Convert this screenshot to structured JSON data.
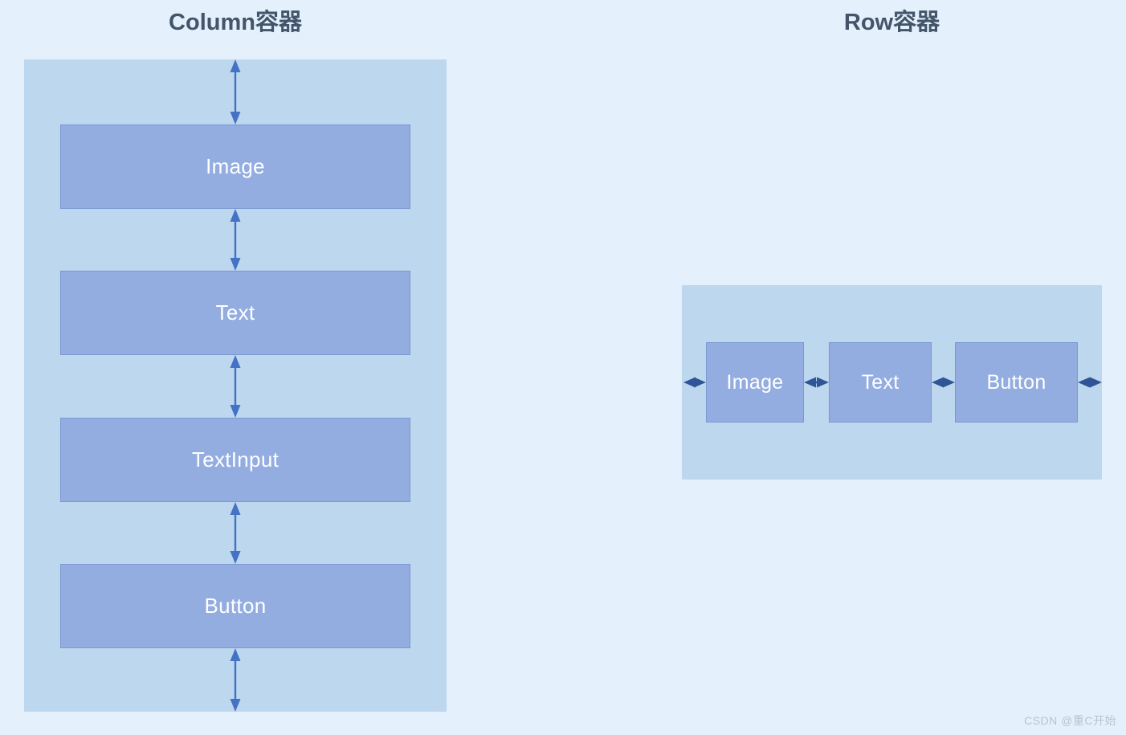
{
  "page": {
    "background_color": "#e4f0fc",
    "watermark": "CSDN @重C开始"
  },
  "colors": {
    "title_text": "#44546a",
    "container_fill": "#bdd7ef",
    "child_fill": "#93ade0",
    "child_border": "#7b98d0",
    "arrow": "#4472c4",
    "child_label": "#ffffff",
    "watermark": "#b9c3cf"
  },
  "panels": [
    {
      "id": "column",
      "title": "Column容器",
      "direction": "vertical",
      "children": [
        {
          "label": "Image"
        },
        {
          "label": "Text"
        },
        {
          "label": "TextInput"
        },
        {
          "label": "Button"
        }
      ],
      "spacing_arrows": 5,
      "arrow_type": "double-headed-vertical"
    },
    {
      "id": "row",
      "title": "Row容器",
      "direction": "horizontal",
      "children": [
        {
          "label": "Image"
        },
        {
          "label": "Text"
        },
        {
          "label": "Button"
        }
      ],
      "spacing_arrows": 4,
      "arrow_type": "double-headed-horizontal"
    }
  ]
}
